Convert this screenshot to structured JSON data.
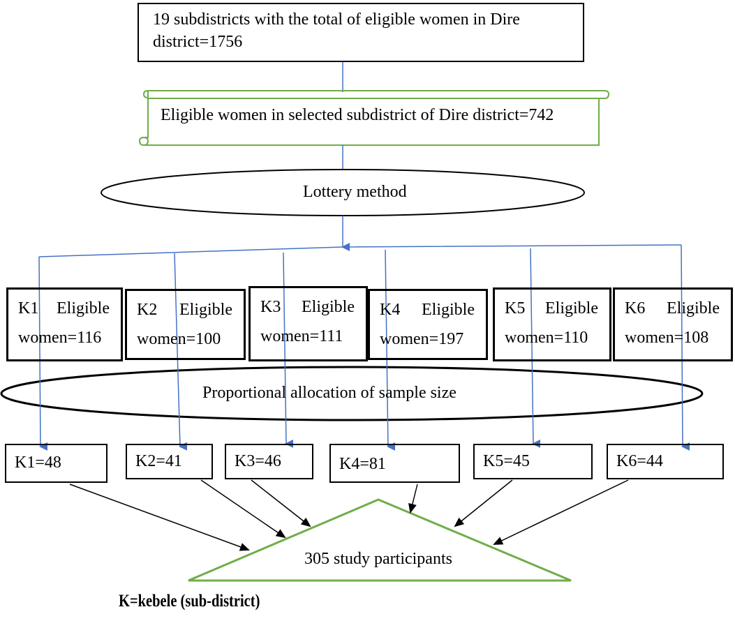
{
  "top_box": {
    "line1": "19 subdistricts with the total of eligible women in Dire",
    "line2": "district=1756"
  },
  "selected_box": {
    "text": "Eligible women in selected subdistrict of Dire district=742"
  },
  "lottery": {
    "text": "Lottery method"
  },
  "kebeles": [
    {
      "id": "K1",
      "word": "Eligible",
      "count": "women=116"
    },
    {
      "id": "K2",
      "word": "Eligible",
      "count": "women=100"
    },
    {
      "id": "K3",
      "word": "Eligible",
      "count": "women=111"
    },
    {
      "id": "K4",
      "word": "Eligible",
      "count": "women=197"
    },
    {
      "id": "K5",
      "word": "Eligible",
      "count": "women=110"
    },
    {
      "id": "K6",
      "word": "Eligible",
      "count": "women=108"
    }
  ],
  "allocation": {
    "text": "Proportional allocation of sample size"
  },
  "samples": [
    "K1=48",
    "K2=41",
    "K3=46",
    "K4=81",
    "K5=45",
    "K6=44"
  ],
  "total": {
    "text": "305 study participants"
  },
  "legend": {
    "text": "K=kebele (sub-district)"
  },
  "colors": {
    "connector": "#4472c4",
    "accent_green": "#70ad47",
    "stroke": "#000000"
  }
}
